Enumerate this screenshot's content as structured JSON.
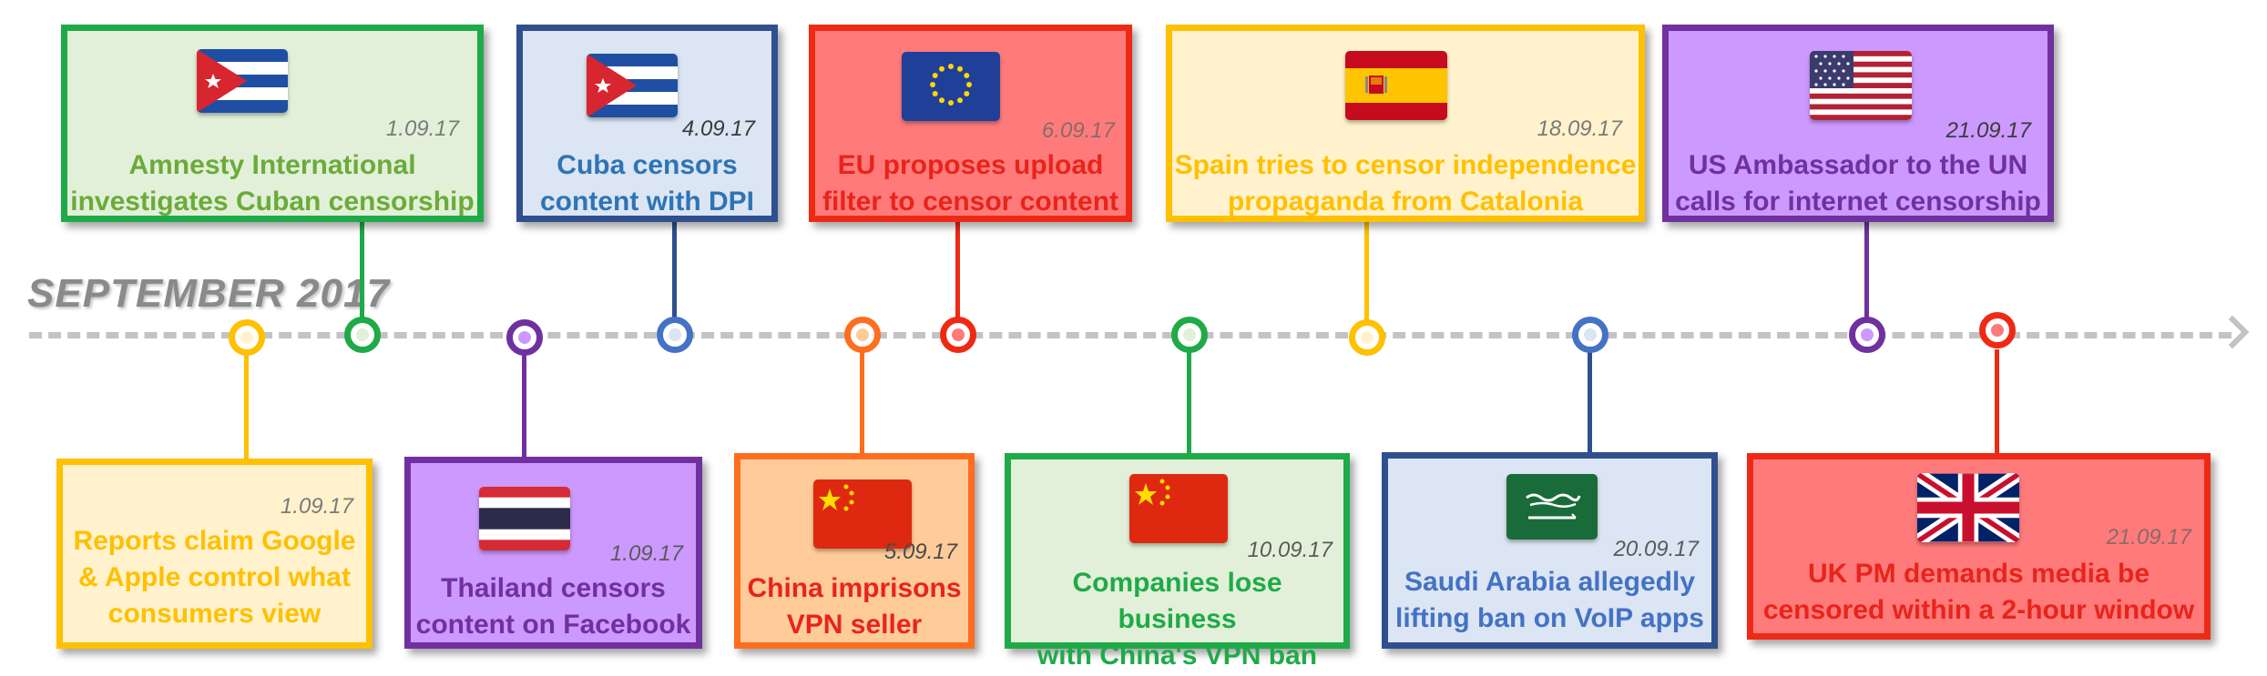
{
  "title": "SEPTEMBER 2017",
  "colors": {
    "green": "#1faa48",
    "green_bg": "#e2f0d9",
    "green_text": "#6bab3a",
    "blue": "#2f4f8f",
    "blue_bg": "#dbe5f3",
    "blue_text": "#2e74b5",
    "red": "#ee2a15",
    "red_bg": "#ff7b7b",
    "red_text": "#e8241b",
    "yellow": "#ffc000",
    "yellow_bg": "#fff2cc",
    "yellow_text": "#ffc000",
    "purple": "#7030a0",
    "purple_bg": "#cc99ff",
    "purple_text": "#7030a0",
    "orange": "#ff6d1f",
    "orange_bg": "#ffcc99",
    "timeline": "#c3c3c3"
  },
  "events_top": [
    {
      "date": "1.09.17",
      "text": "Amnesty International\ninvestigates Cuban censorship",
      "flag": "cuba-flag"
    },
    {
      "date": "4.09.17",
      "text": "Cuba censors\ncontent with DPI",
      "flag": "cuba-flag"
    },
    {
      "date": "6.09.17",
      "text": "EU proposes upload\nfilter to censor content",
      "flag": "eu-flag"
    },
    {
      "date": "18.09.17",
      "text": "Spain tries to censor independence\npropaganda from Catalonia",
      "flag": "spain-flag"
    },
    {
      "date": "21.09.17",
      "text": "US Ambassador to the UN\ncalls for internet censorship",
      "flag": "usa-flag"
    }
  ],
  "events_bottom": [
    {
      "date": "1.09.17",
      "text": "Reports claim Google\n& Apple control what\nconsumers view",
      "flag": ""
    },
    {
      "date": "1.09.17",
      "text": "Thailand censors\ncontent on Facebook",
      "flag": "thailand-flag"
    },
    {
      "date": "5.09.17",
      "text": "China imprisons\nVPN seller",
      "flag": "china-flag"
    },
    {
      "date": "10.09.17",
      "text": "Companies lose business\nwith China's VPN ban",
      "flag": "china-flag"
    },
    {
      "date": "20.09.17",
      "text": "Saudi Arabia allegedly\nlifting ban on VoIP apps",
      "flag": "saudi-arabia-flag"
    },
    {
      "date": "21.09.17",
      "text": "UK PM demands media be\ncensored within a 2-hour window",
      "flag": "uk-flag"
    }
  ]
}
